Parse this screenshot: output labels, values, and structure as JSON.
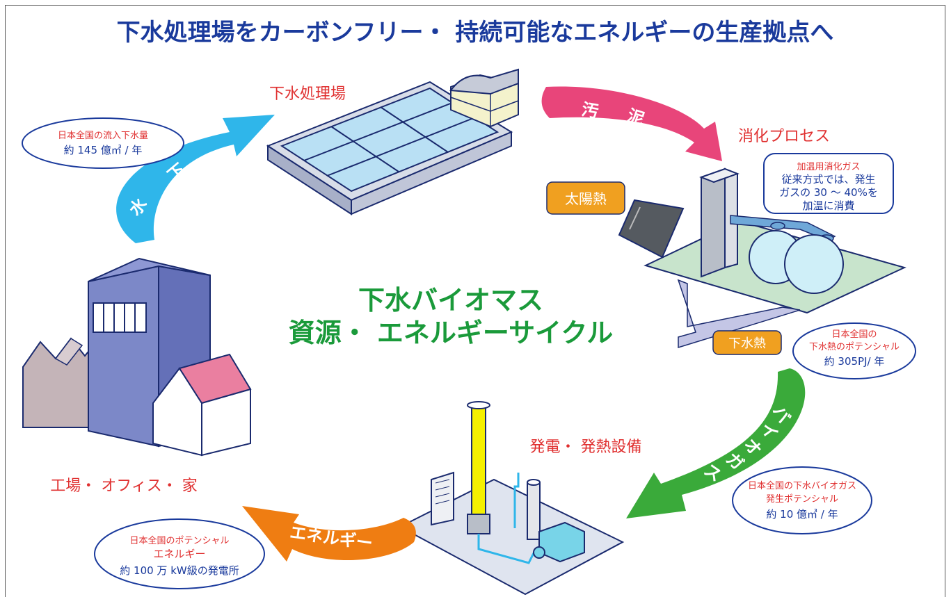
{
  "title": "下水処理場をカーボンフリー・ 持続可能なエネルギーの生産拠点へ",
  "center": {
    "line1": "下水バイオマス",
    "line2": "資源・ エネルギーサイクル"
  },
  "nodes": {
    "sewage_plant": "下水処理場",
    "digestion": "消化プロセス",
    "power": "発電・ 発熱設備",
    "consumers": "工場・ オフィス・ 家"
  },
  "arrows": {
    "sewage_chars": [
      "下",
      "水"
    ],
    "sludge_chars": [
      "汚",
      "泥"
    ],
    "biogas_chars": [
      "バ",
      "イ",
      "オ",
      "ガ",
      "ス"
    ],
    "energy": "エネルギー"
  },
  "tags": {
    "solar_heat": "太陽熱",
    "sewage_heat": "下水熱"
  },
  "callouts": {
    "inflow": {
      "line1": "日本全国の流入下水量",
      "line2": "約 145 億㎥ / 年"
    },
    "heating_gas": {
      "line1": "加温用消化ガス",
      "line2": "従来方式では、発生",
      "line3": "ガスの 30 ～ 40%を",
      "line4": "加温に消費"
    },
    "sewage_heat": {
      "line1": "日本全国の",
      "line2": "下水熱のポテンシャル",
      "line3": "約 305PJ/ 年"
    },
    "biogas": {
      "line1": "日本全国の下水バイオガス",
      "line2": "発生ポテンシャル",
      "line3": "約 10 億㎥ / 年"
    },
    "energy": {
      "line1": "日本全国のポテンシャル",
      "line2": "エネルギー",
      "line3": "約 100 万 kW級の発電所"
    }
  },
  "colors": {
    "title": "#1a3a9c",
    "red_label": "#e03030",
    "green_label": "#1a9a3a",
    "callout_text": "#1a3a9c",
    "arrow_sewage": "#2fb6ea",
    "arrow_sludge": "#e8457a",
    "arrow_biogas": "#3aaa3a",
    "arrow_energy": "#ef7d12",
    "tag_fill": "#f0a020"
  }
}
